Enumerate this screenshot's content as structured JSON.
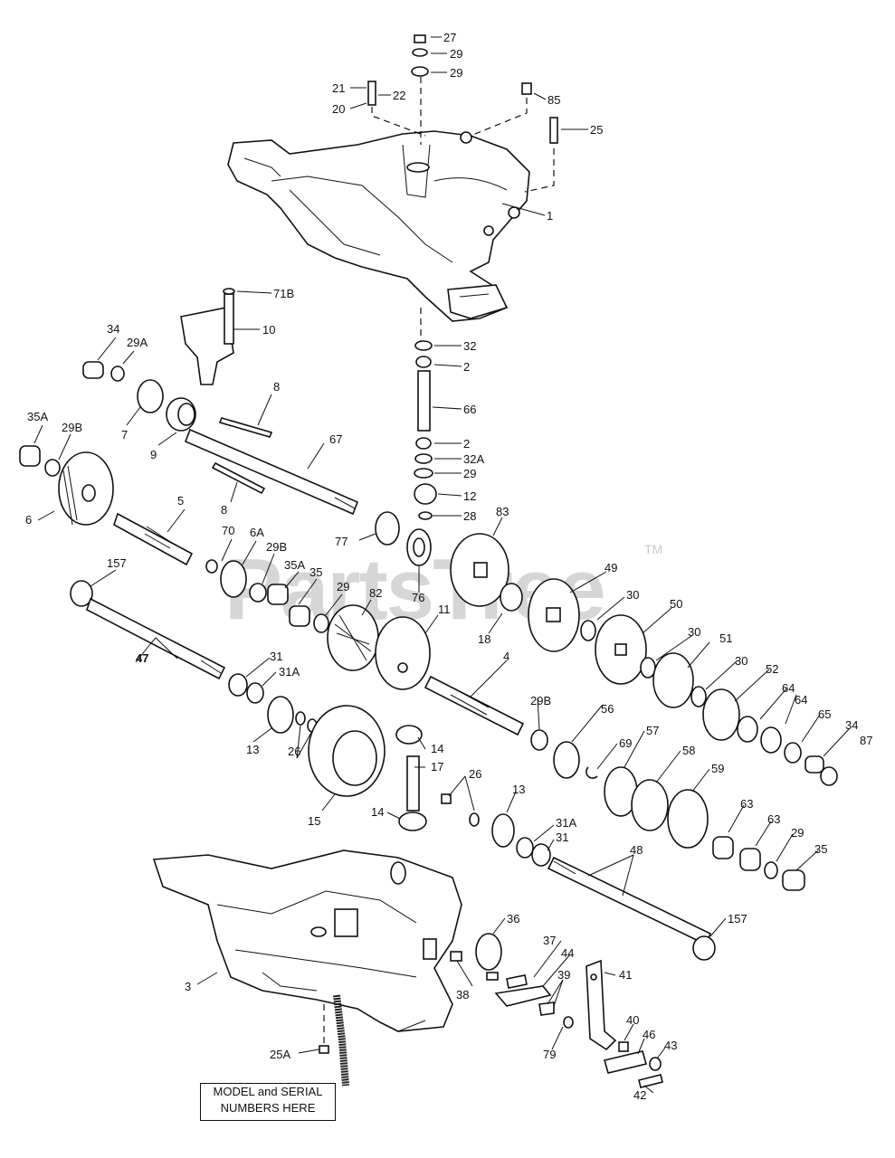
{
  "watermark": {
    "text": "PartsTree",
    "tm": "TM"
  },
  "model_box": {
    "line1": "MODEL and SERIAL",
    "line2": "NUMBERS HERE"
  },
  "callouts": {
    "c27": "27",
    "c29a": "29",
    "c29b": "29",
    "c21": "21",
    "c22": "22",
    "c20": "20",
    "c85": "85",
    "c25": "25",
    "c1": "1",
    "c71b": "71B",
    "c10": "10",
    "c34a": "34",
    "c29A": "29A",
    "c32a": "32",
    "c2a": "2",
    "c66": "66",
    "c8a": "8",
    "c67": "67",
    "c35A": "35A",
    "c29B1": "29B",
    "c7": "7",
    "c9": "9",
    "c2b": "2",
    "c32A": "32A",
    "c29c": "29",
    "c12": "12",
    "c8b": "8",
    "c6": "6",
    "c5": "5",
    "c28": "28",
    "c83": "83",
    "c77": "77",
    "c70": "70",
    "c6A": "6A",
    "c29B2": "29B",
    "c35A2": "35A",
    "c35a": "35",
    "c157a": "157",
    "c29d": "29",
    "c82": "82",
    "c76": "76",
    "c49": "49",
    "c11": "11",
    "c18": "18",
    "c30a": "30",
    "c50": "50",
    "c4": "4",
    "c30b": "30",
    "c51": "51",
    "c30c": "30",
    "c52": "52",
    "c47": "47",
    "c31a": "31",
    "c31A": "31A",
    "c64a": "64",
    "c64b": "64",
    "c65": "65",
    "c34b": "34",
    "c87": "87",
    "c29B3": "29B",
    "c56": "56",
    "c26a": "26",
    "c13a": "13",
    "c14a": "14",
    "c17": "17",
    "c69": "69",
    "c57": "57",
    "c58": "58",
    "c59": "59",
    "c26b": "26",
    "c15": "15",
    "c14b": "14",
    "c13b": "13",
    "c31A2": "31A",
    "c31b": "31",
    "c63a": "63",
    "c63b": "63",
    "c29e": "29",
    "c35b": "35",
    "c48": "48",
    "c36": "36",
    "c157b": "157",
    "c37": "37",
    "c44": "44",
    "c41": "41",
    "c3": "3",
    "c39": "39",
    "c38": "38",
    "c79": "79",
    "c40": "40",
    "c46": "46",
    "c43": "43",
    "c25A": "25A",
    "c42": "42"
  }
}
